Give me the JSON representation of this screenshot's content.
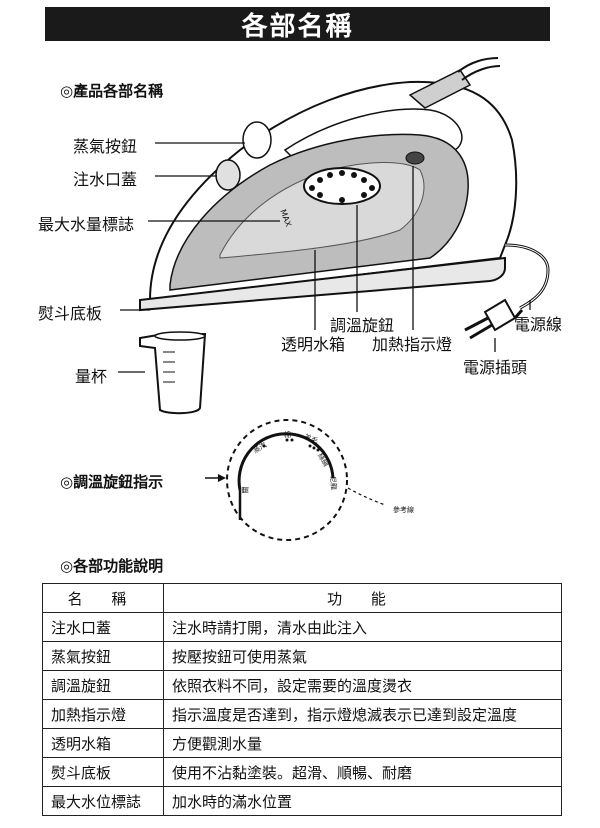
{
  "page_title": "各部名稱",
  "sections": {
    "parts": "◎產品各部名稱",
    "dial": "◎調溫旋鈕指示",
    "functions": "◎各部功能說明"
  },
  "part_labels": {
    "steam_button": "蒸氣按鈕",
    "fill_cover": "注水口蓋",
    "max_water_mark": "最大水量標誌",
    "soleplate": "熨斗底板",
    "cup": "量杯",
    "temp_knob": "調溫旋鈕",
    "water_tank": "透明水箱",
    "heat_light": "加熱指示燈",
    "cord": "電源線",
    "plug": "電源插頭"
  },
  "dial_labels": {
    "reference_line": "參考線",
    "steam": "蒸汽",
    "cotton": "棉",
    "wool": "羊毛",
    "silk": "絲綢",
    "nylon": "尼龍",
    "off": "關"
  },
  "table": {
    "headers": [
      "名 稱",
      "功 能"
    ],
    "rows": [
      [
        "注水口蓋",
        "注水時請打開，清水由此注入"
      ],
      [
        "蒸氣按鈕",
        "按壓按鈕可使用蒸氣"
      ],
      [
        "調溫旋鈕",
        "依照衣料不同，設定需要的溫度燙衣"
      ],
      [
        "加熱指示燈",
        "指示溫度是否達到，指示燈熄滅表示已達到設定溫度"
      ],
      [
        "透明水箱",
        "方便觀測水量"
      ],
      [
        "熨斗底板",
        "使用不沾黏塗裝。超滑、順暢、耐磨"
      ],
      [
        "最大水位標誌",
        "加水時的滿水位置"
      ]
    ]
  }
}
